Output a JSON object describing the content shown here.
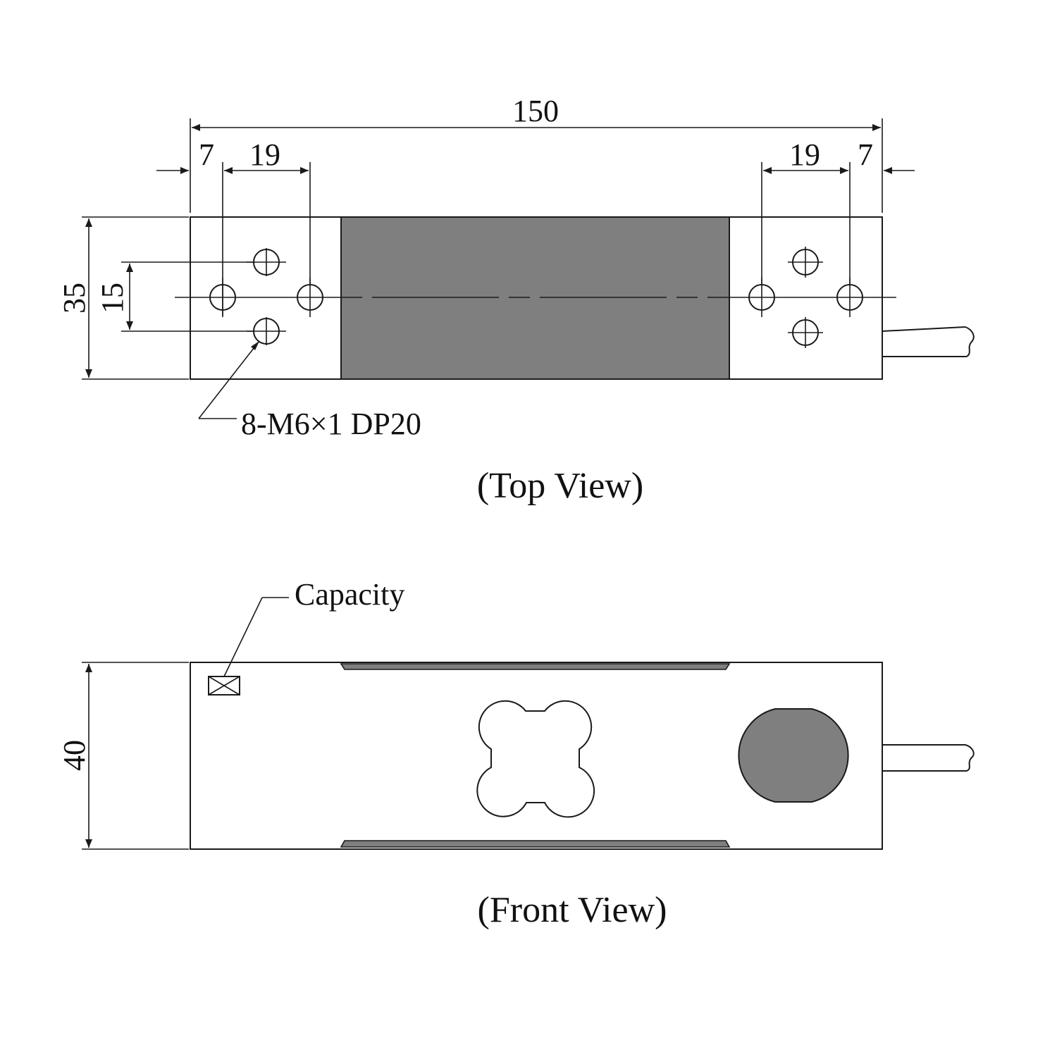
{
  "colors": {
    "line": "#1a1a1a",
    "fill_gray": "#7f7f7f",
    "background": "#ffffff"
  },
  "top_view": {
    "caption": "(Top View)",
    "dim_overall_length": "150",
    "dim_left_edge": "7",
    "dim_left_spacing": "19",
    "dim_right_spacing": "19",
    "dim_right_edge": "7",
    "dim_width": "35",
    "dim_hole_spacing": "15",
    "hole_callout": "8-M6×1 DP20"
  },
  "front_view": {
    "caption": "(Front View)",
    "dim_height": "40",
    "capacity_label": "Capacity"
  }
}
